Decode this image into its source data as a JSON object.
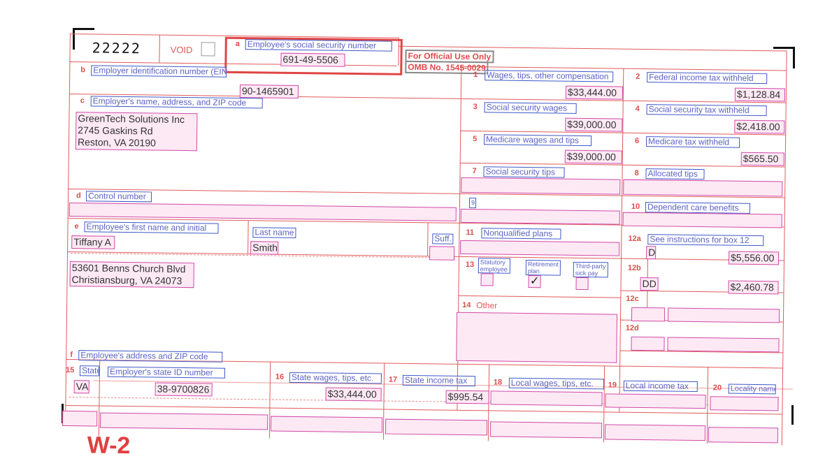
{
  "header": {
    "form_code": "22222",
    "void_label": "VOID",
    "official_line1": "For Official Use Only",
    "official_line2": "OMB No. 1545-0029",
    "w2_text": "W-2"
  },
  "boxes": {
    "a": {
      "num": "a",
      "label": "Employee's social security number",
      "value": "691-49-5506"
    },
    "b": {
      "num": "b",
      "label": "Employer identification number (EIN)",
      "value": "90-1465901"
    },
    "c": {
      "num": "c",
      "label": "Employer's name, address, and ZIP code",
      "lines": [
        "GreenTech Solutions Inc",
        "2745 Gaskins Rd",
        "Reston, VA 20190"
      ]
    },
    "d": {
      "num": "d",
      "label": "Control number",
      "value": ""
    },
    "e": {
      "num": "e",
      "label": "Employee's first name and initial",
      "first": "Tiffany A",
      "last_label": "Last name",
      "last": "Smith",
      "suff_label": "Suff."
    },
    "emp_address": {
      "lines": [
        "53601 Benns Church Blvd",
        "Christiansburg, VA 24073"
      ]
    },
    "f": {
      "num": "f",
      "label": "Employee's address and ZIP code"
    },
    "b1": {
      "num": "1",
      "label": "Wages, tips, other compensation",
      "value": "$33,444.00"
    },
    "b2": {
      "num": "2",
      "label": "Federal income tax withheld",
      "value": "$1,128.84"
    },
    "b3": {
      "num": "3",
      "label": "Social security wages",
      "value": "$39,000.00"
    },
    "b4": {
      "num": "4",
      "label": "Social security tax withheld",
      "value": "$2,418.00"
    },
    "b5": {
      "num": "5",
      "label": "Medicare wages and tips",
      "value": "$39,000.00"
    },
    "b6": {
      "num": "6",
      "label": "Medicare tax withheld",
      "value": "$565.50"
    },
    "b7": {
      "num": "7",
      "label": "Social security tips"
    },
    "b8": {
      "num": "8",
      "label": "Allocated tips"
    },
    "b9": {
      "num": "9"
    },
    "b10": {
      "num": "10",
      "label": "Dependent care benefits"
    },
    "b11": {
      "num": "11",
      "label": "Nonqualified plans"
    },
    "b12a": {
      "num": "12a",
      "label": "See instructions for box 12",
      "code": "D",
      "value": "$5,556.00"
    },
    "b12b": {
      "num": "12b",
      "code": "DD",
      "value": "$2,460.78"
    },
    "b12c": {
      "num": "12c"
    },
    "b12d": {
      "num": "12d"
    },
    "b13": {
      "num": "13",
      "statutory": "Statutory employee",
      "retirement": "Retirement plan",
      "thirdparty": "Third-party sick pay",
      "check": "✓"
    },
    "b14": {
      "num": "14",
      "label": "Other"
    },
    "b15": {
      "num": "15",
      "state_label": "State",
      "id_label": "Employer's state ID number",
      "state": "VA",
      "id": "38-9700826"
    },
    "b16": {
      "num": "16",
      "label": "State wages, tips, etc.",
      "value": "$33,444.00"
    },
    "b17": {
      "num": "17",
      "label": "State income tax",
      "value": "$995.54"
    },
    "b18": {
      "num": "18",
      "label": "Local wages, tips, etc."
    },
    "b19": {
      "num": "19",
      "label": "Local income tax"
    },
    "b20": {
      "num": "20",
      "label": "Locality name"
    }
  },
  "colors": {
    "form_red": "#e15a5a",
    "label_blue": "#3d58c7",
    "value_pink": "#d14aa8"
  }
}
